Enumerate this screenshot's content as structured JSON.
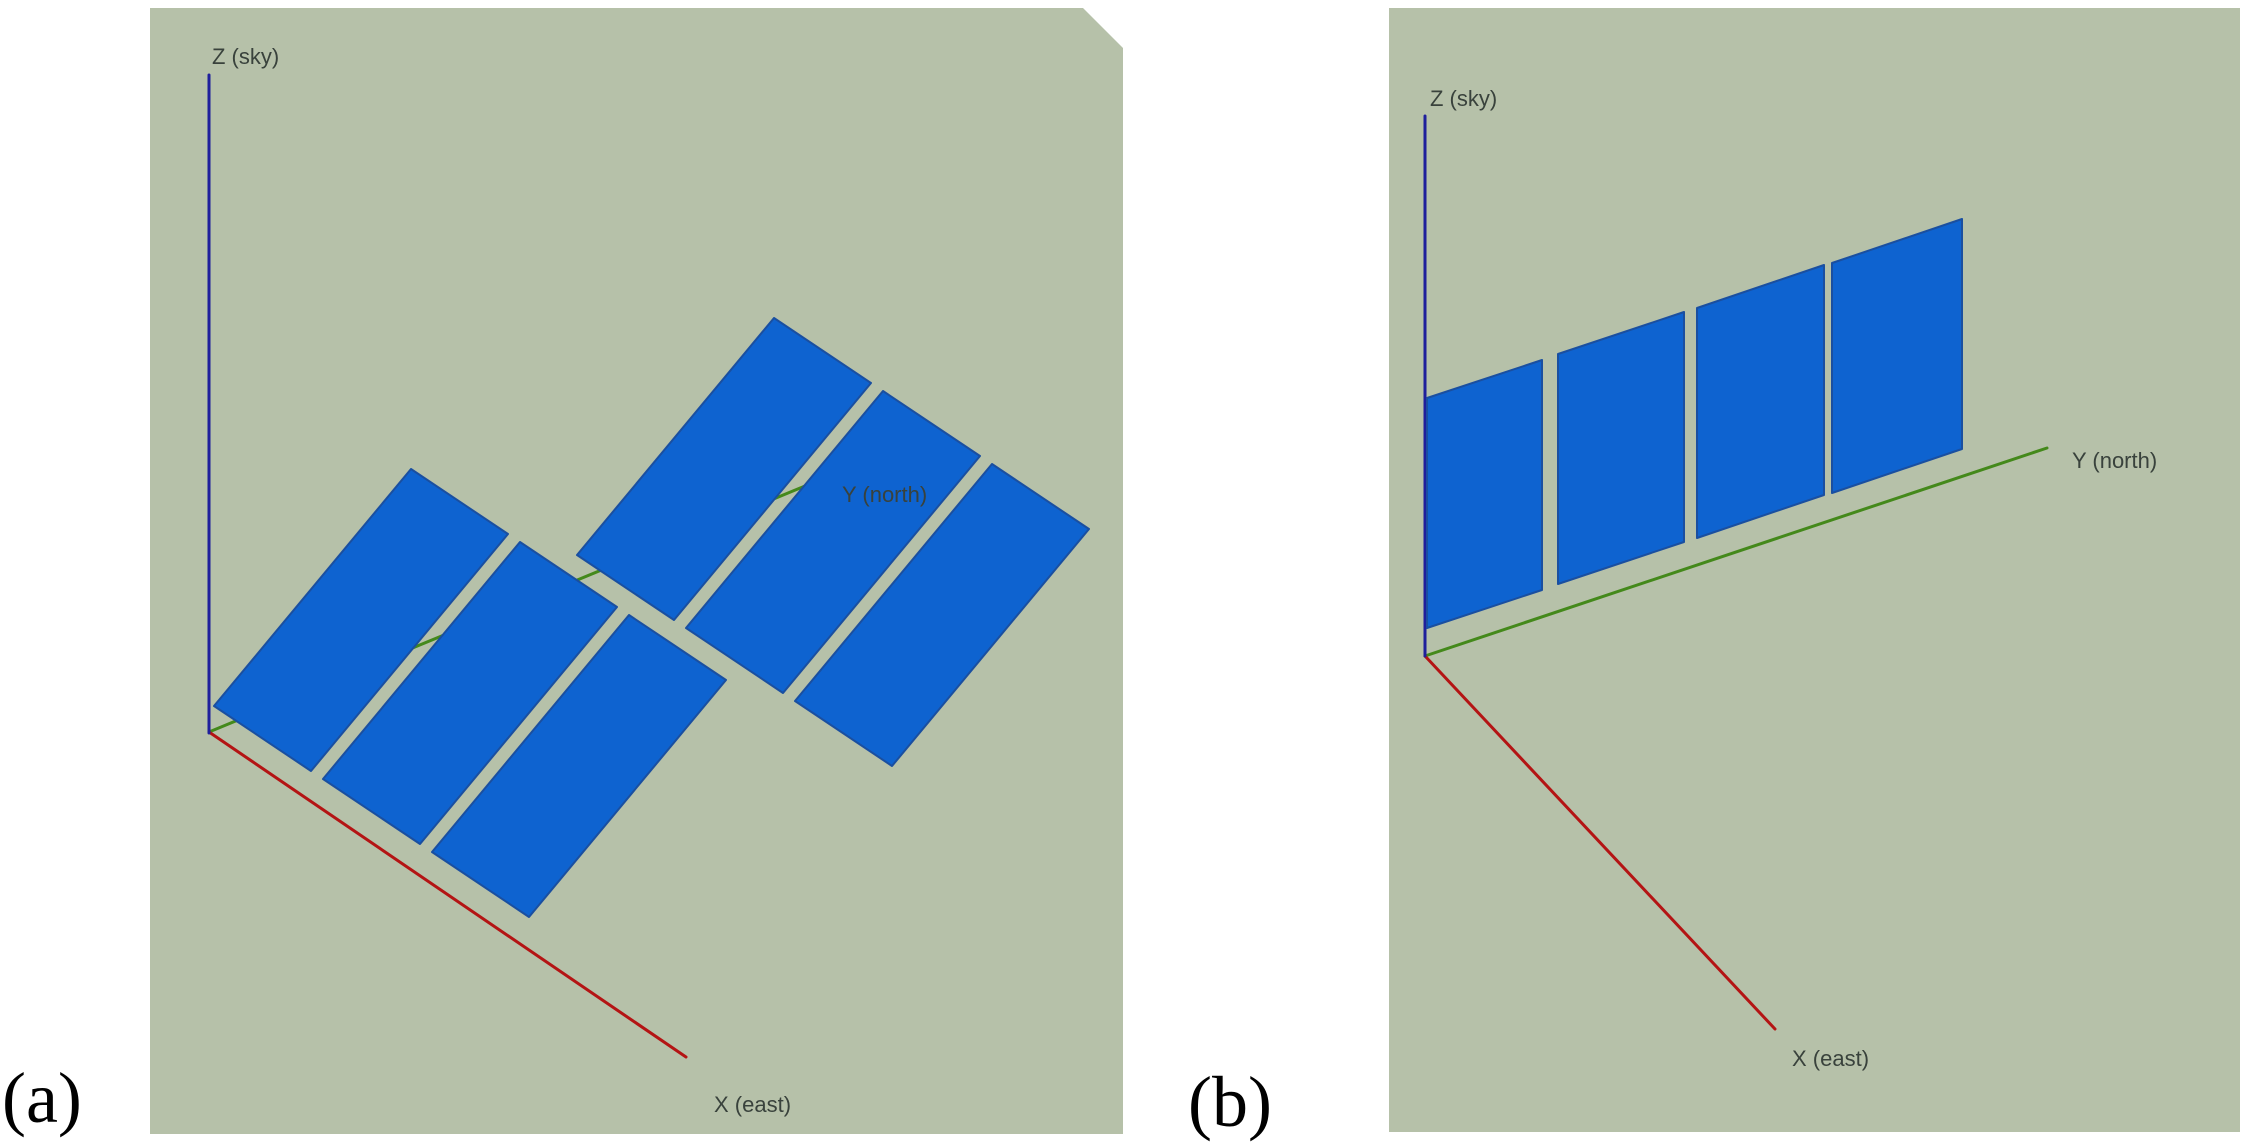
{
  "figure": {
    "caption_a": "(a)",
    "caption_b": "(b)"
  },
  "colors": {
    "page_background": "#ffffff",
    "ground": "#b6c1a9",
    "module_blue": "#0e63d0",
    "module_edge": "#1a4fa0",
    "axis_z": "#1f1f9c",
    "axis_x": "#b41414",
    "axis_y": "#44891b",
    "axis_label_text": "#39423c",
    "caption_text": "#000000"
  },
  "panel_a": {
    "axes": {
      "z_label": "Z (sky)",
      "y_label": "Y (north)",
      "x_label": "X (east)"
    },
    "module_arrays": 2,
    "modules_per_array": 3,
    "module_orientation": "tilted"
  },
  "panel_b": {
    "axes": {
      "z_label": "Z (sky)",
      "y_label": "Y (north)",
      "x_label": "X (east)"
    },
    "module_arrays": 1,
    "modules_per_array": 4,
    "module_orientation": "vertical"
  }
}
